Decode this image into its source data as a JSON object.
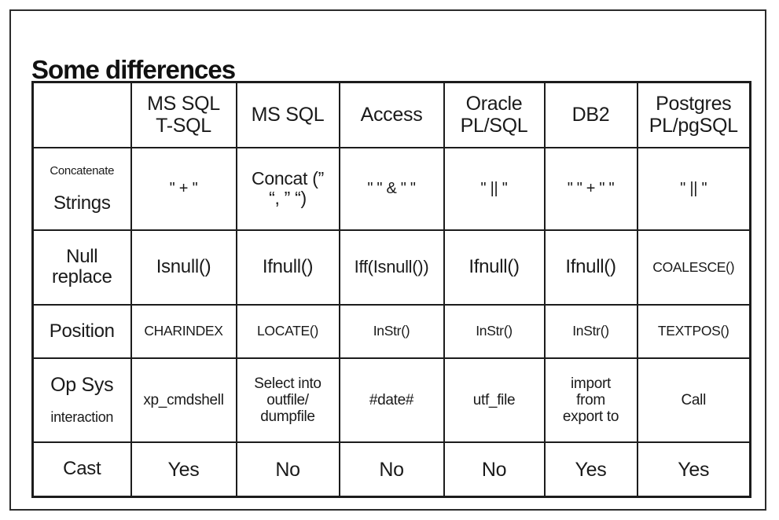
{
  "title": "Some differences",
  "colors": {
    "background": "#ffffff",
    "border": "#1c1c1c",
    "text": "#1a1a1a"
  },
  "table": {
    "columns": [
      "",
      "MS SQL\nT-SQL",
      "MS SQL",
      "Access",
      "Oracle\nPL/SQL",
      "DB2",
      "Postgres\nPL/pgSQL"
    ],
    "rows": [
      {
        "label_top": "Concatenate",
        "label_main": "Strings",
        "cells": [
          "'' + ''",
          "Concat (”\n“, ” “)",
          "\" \" & \" \"",
          "'' || ''",
          "\" \" + \" \"",
          "'' || ''"
        ]
      },
      {
        "label_main": "Null\nreplace",
        "cells": [
          "Isnull()",
          "Ifnull()",
          "Iff(Isnull())",
          "Ifnull()",
          "Ifnull()",
          "COALESCE()"
        ]
      },
      {
        "label_main": "Position",
        "cells": [
          "CHARINDEX",
          "LOCATE()",
          "InStr()",
          "InStr()",
          "InStr()",
          "TEXTPOS()"
        ]
      },
      {
        "label_main": "Op Sys",
        "label_sub": "interaction",
        "cells": [
          "xp_cmdshell",
          "Select into\noutfile/\ndumpfile",
          "#date#",
          "utf_file",
          "import\nfrom\nexport to",
          "Call"
        ]
      },
      {
        "label_main": "Cast",
        "cells": [
          "Yes",
          "No",
          "No",
          "No",
          "Yes",
          "Yes"
        ]
      }
    ]
  }
}
